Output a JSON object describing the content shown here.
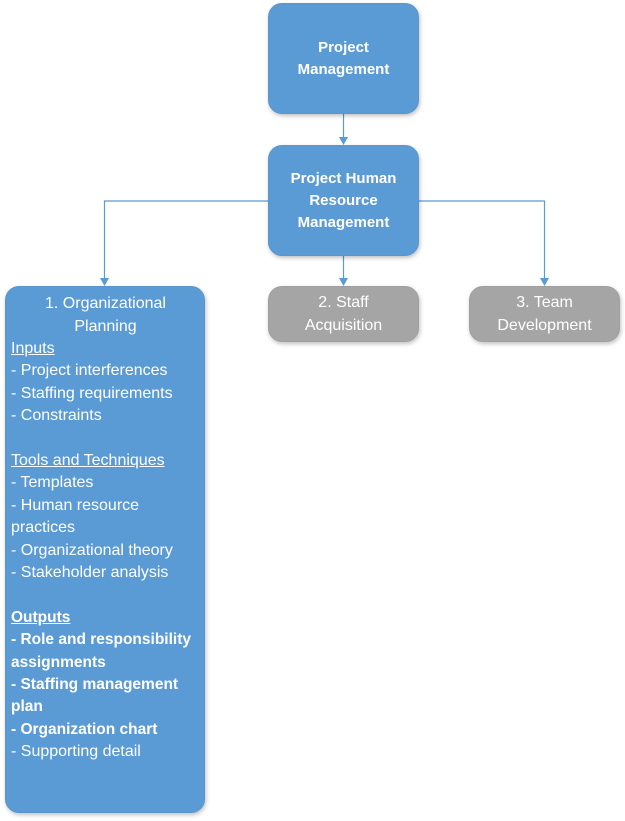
{
  "diagram": {
    "colors": {
      "primary": "#5B9BD5",
      "secondary": "#A5A5A5",
      "text": "#FFFFFF",
      "connector": "#5B9BD5"
    },
    "root": {
      "label_lines": [
        "Project",
        "Management"
      ]
    },
    "child": {
      "label_lines": [
        "Project Human",
        "Resource",
        "Management"
      ]
    },
    "processes": [
      {
        "title_lines": [
          "1. Organizational",
          "Planning"
        ],
        "sections": [
          {
            "heading": "Inputs",
            "items": [
              "- Project interferences",
              "- Staffing requirements",
              "- Constraints"
            ]
          },
          {
            "heading": "Tools and Techniques",
            "items": [
              "- Templates",
              "- Human resource practices",
              "- Organizational theory",
              "- Stakeholder analysis"
            ]
          },
          {
            "heading": "Outputs",
            "items_bold": [
              "- Role and responsibility assignments",
              "- Staffing management plan",
              "- Organization chart"
            ],
            "items": [
              "- Supporting detail"
            ]
          }
        ]
      },
      {
        "title_lines": [
          "2. Staff",
          "Acquisition"
        ]
      },
      {
        "title_lines": [
          "3. Team",
          "Development"
        ]
      }
    ]
  }
}
